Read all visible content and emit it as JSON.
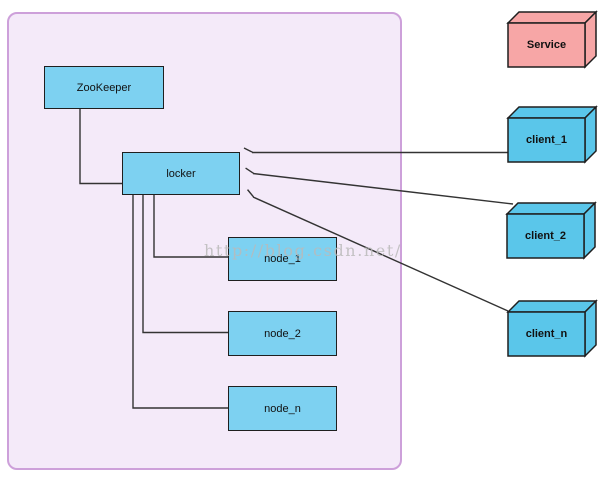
{
  "watermark": "http://blog.csdn.net/",
  "cluster": {
    "description": "zookeeper-cluster-boundary",
    "fill": "#f4eaf9",
    "border": "#cda0da"
  },
  "nodes": [
    {
      "id": "zookeeper",
      "label": "ZooKeeper"
    },
    {
      "id": "locker",
      "label": "locker"
    },
    {
      "id": "node_1",
      "label": "node_1"
    },
    {
      "id": "node_2",
      "label": "node_2"
    },
    {
      "id": "node_n",
      "label": "node_n"
    }
  ],
  "boxes_3d": [
    {
      "id": "service",
      "label": "Service",
      "fill": "#f7a6a6"
    },
    {
      "id": "client_1",
      "label": "client_1",
      "fill": "#5ac6ea"
    },
    {
      "id": "client_2",
      "label": "client_2",
      "fill": "#5ac6ea"
    },
    {
      "id": "client_n",
      "label": "client_n",
      "fill": "#5ac6ea"
    }
  ],
  "edges": [
    {
      "from": "zookeeper",
      "to": "locker",
      "type": "line"
    },
    {
      "from": "locker",
      "to": "node_1",
      "type": "line"
    },
    {
      "from": "locker",
      "to": "node_2",
      "type": "line"
    },
    {
      "from": "locker",
      "to": "node_n",
      "type": "line"
    },
    {
      "from": "client_1",
      "to": "locker",
      "type": "arrow"
    },
    {
      "from": "client_2",
      "to": "locker",
      "type": "arrow"
    },
    {
      "from": "client_n",
      "to": "locker",
      "type": "arrow"
    }
  ],
  "colors": {
    "flat_box_fill": "#7dd1f1",
    "box_border": "#1f1f1f",
    "connector": "#333333",
    "watermark_color": "#bababa"
  }
}
